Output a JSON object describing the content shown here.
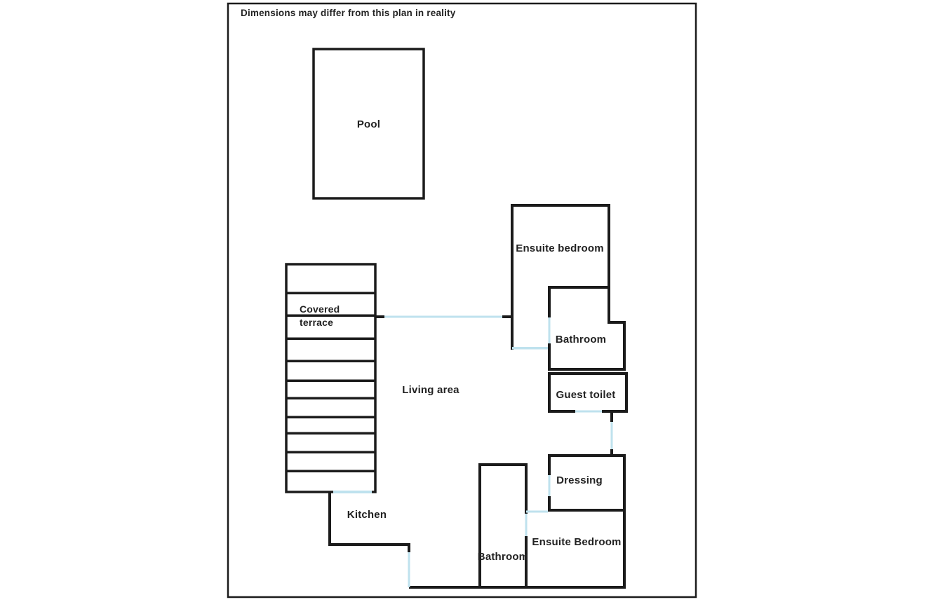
{
  "colors": {
    "wall": "#1b1b1b",
    "door": "#bfe2ee",
    "text": "#222222",
    "background": "#ffffff"
  },
  "disclaimer": "Dimensions may differ from this plan in reality",
  "rooms": {
    "pool": {
      "label": "Pool"
    },
    "covered_terrace": {
      "label_line1": "Covered",
      "label_line2": "terrace"
    },
    "living_area": {
      "label": "Living area"
    },
    "kitchen": {
      "label": "Kitchen"
    },
    "ensuite_bedroom_top": {
      "label": "Ensuite bedroom"
    },
    "bathroom_top": {
      "label": "Bathroom"
    },
    "guest_toilet": {
      "label": "Guest toilet"
    },
    "dressing": {
      "label": "Dressing"
    },
    "ensuite_bedroom_bottom": {
      "label": "Ensuite Bedroom"
    },
    "bathroom_bottom": {
      "label": "Bathroom"
    }
  }
}
